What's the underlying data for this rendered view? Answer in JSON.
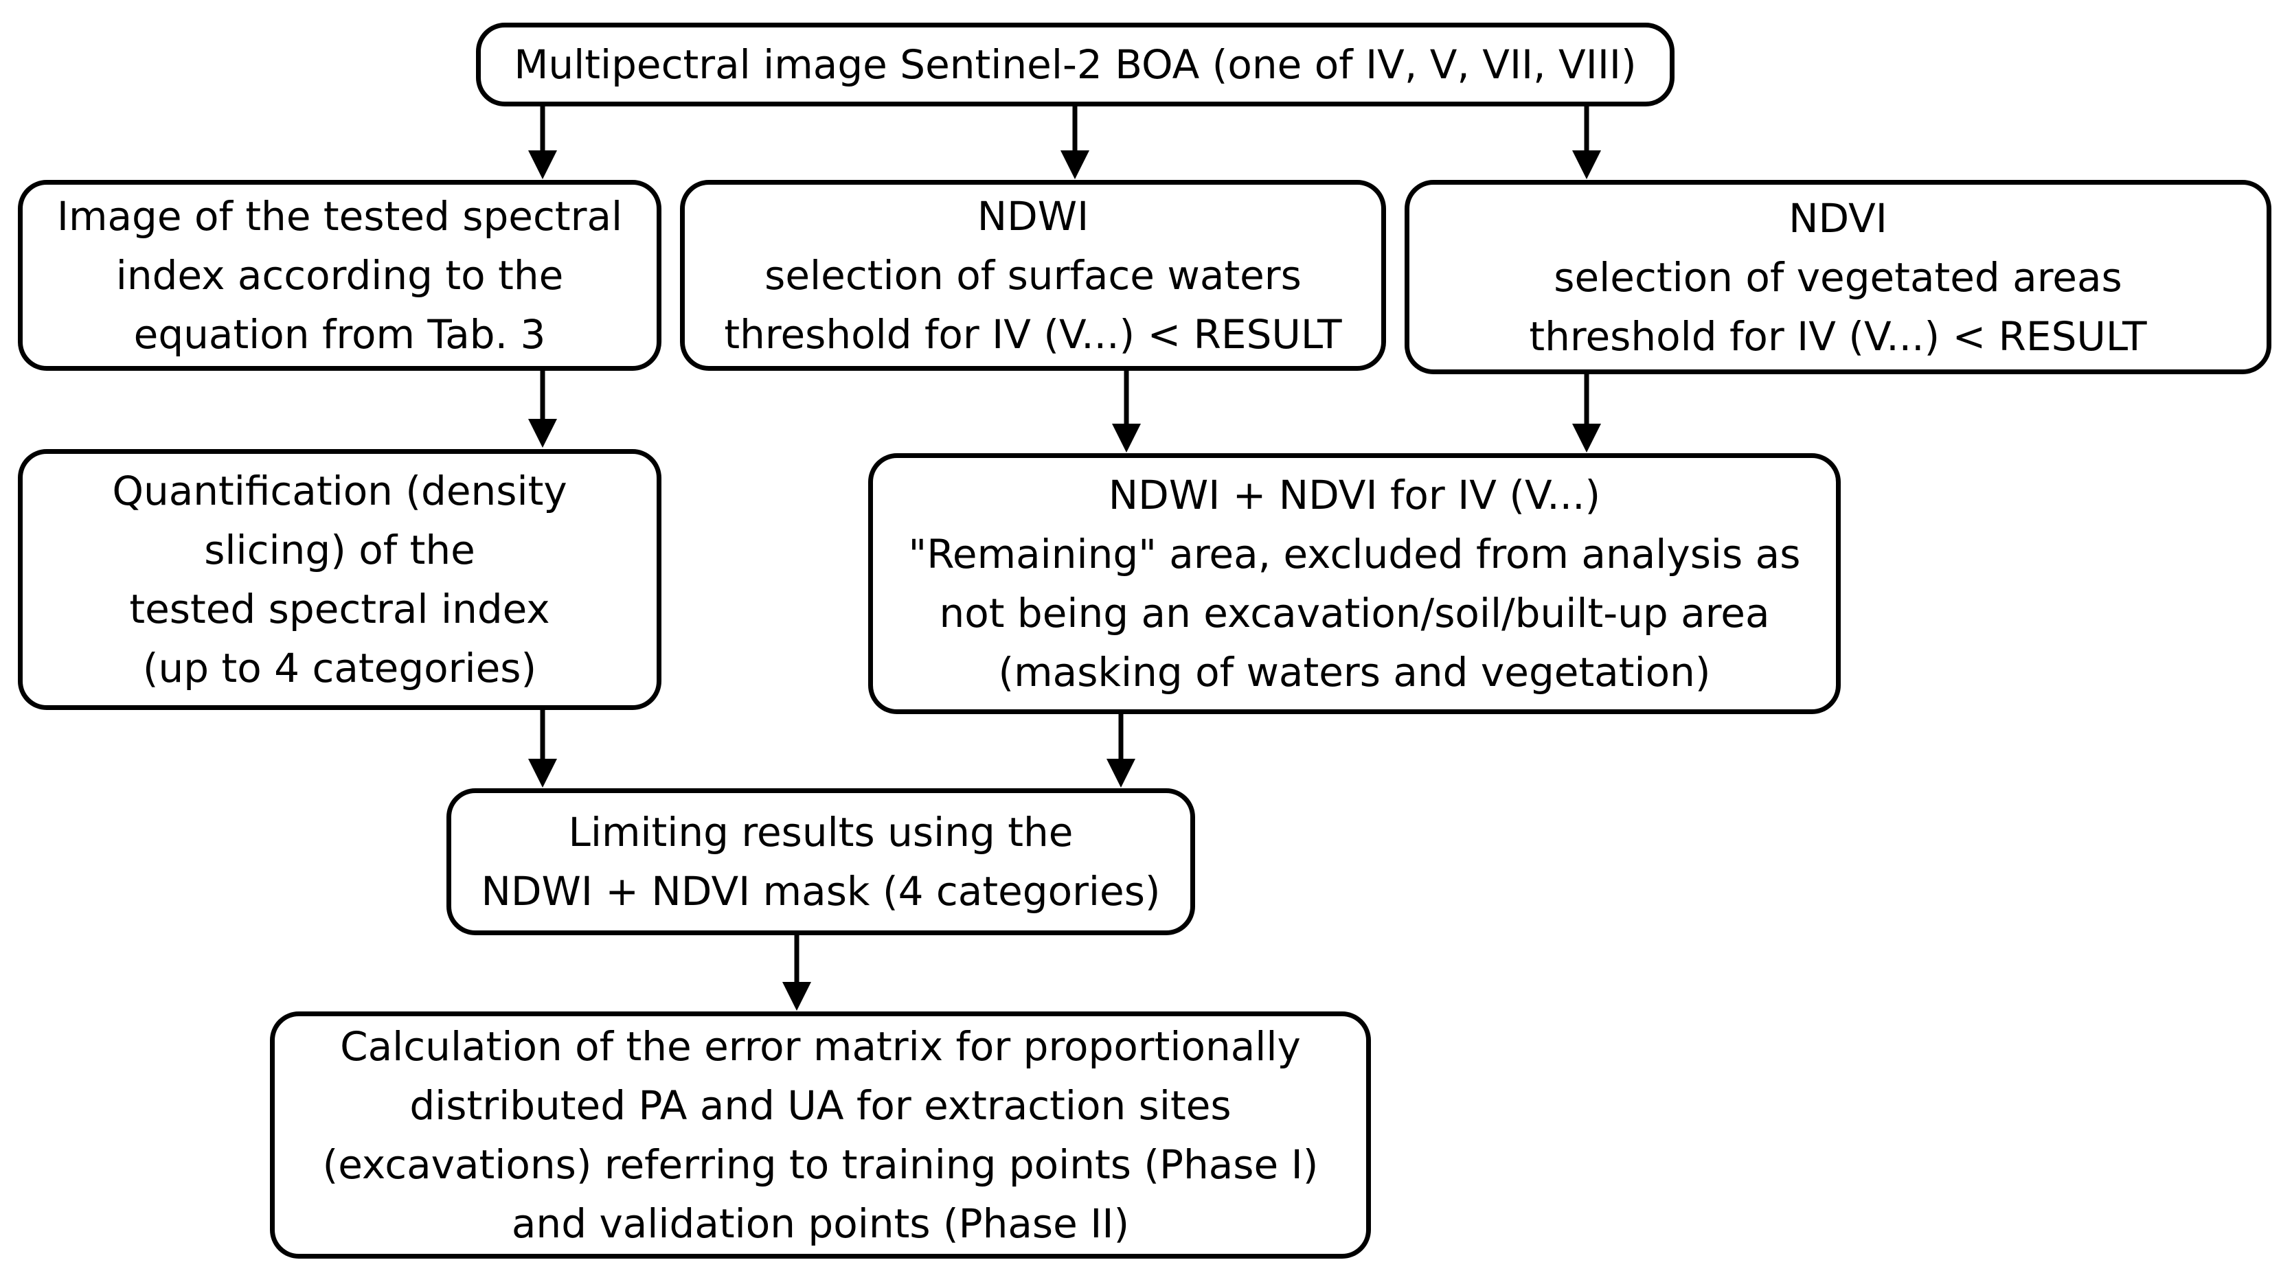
{
  "diagram": {
    "nodes": {
      "source": {
        "lines": [
          "Multipectral image Sentinel-2 BOA (one of IV, V, VII, VIII)"
        ]
      },
      "index_image": {
        "lines": [
          "Image of the tested spectral",
          "index according to the",
          "equation from Tab. 3"
        ]
      },
      "ndwi": {
        "lines": [
          "NDWI",
          "selection of surface waters",
          "threshold for IV (V...) < RESULT"
        ]
      },
      "ndvi": {
        "lines": [
          "NDVI",
          "selection of vegetated areas",
          "threshold for IV (V...) < RESULT"
        ]
      },
      "quantification": {
        "lines": [
          "Quantification (density",
          "slicing) of the",
          "tested spectral index",
          "(up to 4 categories)"
        ]
      },
      "mask": {
        "lines": [
          "NDWI + NDVI for IV (V...)",
          "\"Remaining\" area, excluded from analysis as",
          "not being an excavation/soil/built-up area",
          "(masking of waters and vegetation)"
        ]
      },
      "limiting": {
        "lines": [
          "Limiting results using the",
          "NDWI + NDVI mask (4 categories)"
        ]
      },
      "error_matrix": {
        "lines": [
          "Calculation of the error matrix for proportionally",
          "distributed  PA and UA for extraction sites",
          "(excavations) referring to training points (Phase I)",
          "and validation points (Phase II)"
        ]
      }
    },
    "edges": [
      {
        "from": "source",
        "to": "index_image"
      },
      {
        "from": "source",
        "to": "ndwi"
      },
      {
        "from": "source",
        "to": "ndvi"
      },
      {
        "from": "index_image",
        "to": "quantification"
      },
      {
        "from": "ndwi",
        "to": "mask"
      },
      {
        "from": "ndvi",
        "to": "mask"
      },
      {
        "from": "quantification",
        "to": "limiting"
      },
      {
        "from": "mask",
        "to": "limiting"
      },
      {
        "from": "limiting",
        "to": "error_matrix"
      }
    ]
  }
}
